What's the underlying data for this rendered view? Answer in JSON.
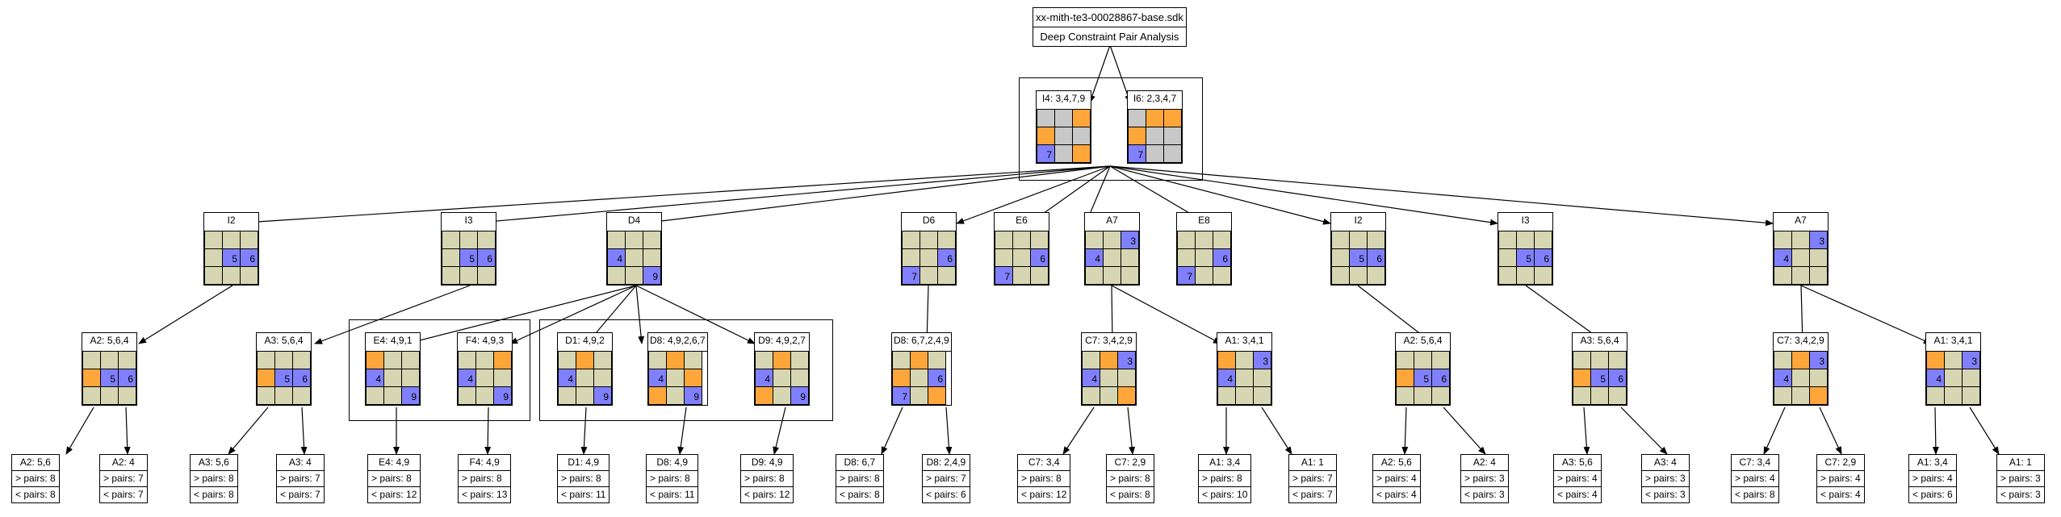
{
  "colors": {
    "empty": "#d6d6b2",
    "blue": "#8080ff",
    "orange": "#ffa63a",
    "gray": "#c8c8c8",
    "line": "#000000"
  },
  "root": {
    "title": "xx-mith-te3-00028867-base.sdk",
    "subtitle": "Deep Constraint Pair Analysis"
  },
  "top": [
    {
      "label": "I4: 3,4,7,9",
      "cells": [
        "g",
        "g",
        "o",
        "o",
        "g",
        "g",
        "b:7",
        "g",
        "o"
      ]
    },
    {
      "label": "I6: 2,3,4,7",
      "cells": [
        "g",
        "o",
        "o",
        "o",
        "g",
        "g",
        "b:7",
        "g",
        "g"
      ]
    }
  ],
  "level1": [
    {
      "label": "I2",
      "cells": [
        "e",
        "e",
        "e",
        "e",
        "b:5",
        "b:6",
        "e",
        "e",
        "e"
      ]
    },
    {
      "label": "I3",
      "cells": [
        "e",
        "e",
        "e",
        "e",
        "b:5",
        "b:6",
        "e",
        "e",
        "e"
      ]
    },
    {
      "label": "D4",
      "cells": [
        "e",
        "e",
        "e",
        "b:4",
        "e",
        "e",
        "e",
        "e",
        "b:9"
      ]
    },
    {
      "label": "D6",
      "cells": [
        "e",
        "e",
        "e",
        "e",
        "e",
        "b:6",
        "b:7",
        "e",
        "e"
      ]
    },
    {
      "label": "E6",
      "cells": [
        "e",
        "e",
        "e",
        "e",
        "e",
        "b:6",
        "b:7",
        "e",
        "e"
      ]
    },
    {
      "label": "A7",
      "cells": [
        "e",
        "e",
        "b:3",
        "b:4",
        "e",
        "e",
        "e",
        "e",
        "e"
      ]
    },
    {
      "label": "E8",
      "cells": [
        "e",
        "e",
        "e",
        "e",
        "e",
        "b:6",
        "b:7",
        "e",
        "e"
      ]
    },
    {
      "label": "I2",
      "cells": [
        "e",
        "e",
        "e",
        "e",
        "b:5",
        "b:6",
        "e",
        "e",
        "e"
      ]
    },
    {
      "label": "I3",
      "cells": [
        "e",
        "e",
        "e",
        "e",
        "b:5",
        "b:6",
        "e",
        "e",
        "e"
      ]
    },
    {
      "label": "A7",
      "cells": [
        "e",
        "e",
        "b:3",
        "b:4",
        "e",
        "e",
        "e",
        "e",
        "e"
      ]
    }
  ],
  "level2": [
    {
      "label": "A2: 5,6,4",
      "cells": [
        "e",
        "e",
        "e",
        "o",
        "b:5",
        "b:6",
        "e",
        "e",
        "e"
      ]
    },
    {
      "label": "A3: 5,6,4",
      "cells": [
        "e",
        "e",
        "e",
        "o",
        "b:5",
        "b:6",
        "e",
        "e",
        "e"
      ]
    },
    {
      "label": "E4: 4,9,1",
      "cells": [
        "o",
        "e",
        "e",
        "b:4",
        "e",
        "e",
        "e",
        "e",
        "b:9"
      ]
    },
    {
      "label": "F4: 4,9,3",
      "cells": [
        "e",
        "e",
        "o",
        "b:4",
        "e",
        "e",
        "e",
        "e",
        "b:9"
      ]
    },
    {
      "label": "D1: 4,9,2",
      "cells": [
        "e",
        "o",
        "e",
        "b:4",
        "e",
        "e",
        "e",
        "e",
        "b:9"
      ]
    },
    {
      "label": "D8: 4,9,2,6,7",
      "cells": [
        "e",
        "o",
        "e",
        "b:4",
        "e",
        "o",
        "o",
        "e",
        "b:9"
      ]
    },
    {
      "label": "D9: 4,9,2,7",
      "cells": [
        "e",
        "o",
        "e",
        "b:4",
        "e",
        "e",
        "o",
        "e",
        "b:9"
      ]
    },
    {
      "label": "D8: 6,7,2,4,9",
      "cells": [
        "e",
        "o",
        "e",
        "o",
        "e",
        "b:6",
        "b:7",
        "e",
        "o"
      ]
    },
    {
      "label": "C7: 3,4,2,9",
      "cells": [
        "e",
        "o",
        "b:3",
        "b:4",
        "e",
        "e",
        "e",
        "e",
        "o"
      ]
    },
    {
      "label": "A1: 3,4,1",
      "cells": [
        "o",
        "e",
        "b:3",
        "b:4",
        "e",
        "e",
        "e",
        "e",
        "e"
      ]
    },
    {
      "label": "A2: 5,6,4",
      "cells": [
        "e",
        "e",
        "e",
        "o",
        "b:5",
        "b:6",
        "e",
        "e",
        "e"
      ]
    },
    {
      "label": "A3: 5,6,4",
      "cells": [
        "e",
        "e",
        "e",
        "o",
        "b:5",
        "b:6",
        "e",
        "e",
        "e"
      ]
    },
    {
      "label": "C7: 3,4,2,9",
      "cells": [
        "e",
        "o",
        "b:3",
        "b:4",
        "e",
        "e",
        "e",
        "e",
        "o"
      ]
    },
    {
      "label": "A1: 3,4,1",
      "cells": [
        "o",
        "e",
        "b:3",
        "b:4",
        "e",
        "e",
        "e",
        "e",
        "e"
      ]
    }
  ],
  "leaves": [
    {
      "title": "A2: 5,6",
      "gt": "> pairs: 8",
      "lt": "< pairs: 8"
    },
    {
      "title": "A2: 4",
      "gt": "> pairs: 7",
      "lt": "< pairs: 7"
    },
    {
      "title": "A3: 5,6",
      "gt": "> pairs: 8",
      "lt": "< pairs: 8"
    },
    {
      "title": "A3: 4",
      "gt": "> pairs: 7",
      "lt": "< pairs: 7"
    },
    {
      "title": "E4: 4,9",
      "gt": "> pairs: 8",
      "lt": "< pairs: 12"
    },
    {
      "title": "F4: 4,9",
      "gt": "> pairs: 8",
      "lt": "< pairs: 13"
    },
    {
      "title": "D1: 4,9",
      "gt": "> pairs: 8",
      "lt": "< pairs: 11"
    },
    {
      "title": "D8: 4,9",
      "gt": "> pairs: 8",
      "lt": "< pairs: 11"
    },
    {
      "title": "D9: 4,9",
      "gt": "> pairs: 8",
      "lt": "< pairs: 12"
    },
    {
      "title": "D8: 6,7",
      "gt": "> pairs: 8",
      "lt": "< pairs: 8"
    },
    {
      "title": "D8: 2,4,9",
      "gt": "> pairs: 7",
      "lt": "< pairs: 6"
    },
    {
      "title": "C7: 3,4",
      "gt": "> pairs: 8",
      "lt": "< pairs: 12"
    },
    {
      "title": "C7: 2,9",
      "gt": "> pairs: 8",
      "lt": "< pairs: 8"
    },
    {
      "title": "A1: 3,4",
      "gt": "> pairs: 8",
      "lt": "< pairs: 10"
    },
    {
      "title": "A1: 1",
      "gt": "> pairs: 7",
      "lt": "< pairs: 7"
    },
    {
      "title": "A2: 5,6",
      "gt": "> pairs: 4",
      "lt": "< pairs: 4"
    },
    {
      "title": "A2: 4",
      "gt": "> pairs: 3",
      "lt": "< pairs: 3"
    },
    {
      "title": "A3: 5,6",
      "gt": "> pairs: 4",
      "lt": "< pairs: 4"
    },
    {
      "title": "A3: 4",
      "gt": "> pairs: 3",
      "lt": "< pairs: 3"
    },
    {
      "title": "C7: 3,4",
      "gt": "> pairs: 4",
      "lt": "< pairs: 8"
    },
    {
      "title": "C7: 2,9",
      "gt": "> pairs: 4",
      "lt": "< pairs: 4"
    },
    {
      "title": "A1: 3,4",
      "gt": "> pairs: 4",
      "lt": "< pairs: 6"
    },
    {
      "title": "A1: 1",
      "gt": "> pairs: 3",
      "lt": "< pairs: 3"
    }
  ]
}
